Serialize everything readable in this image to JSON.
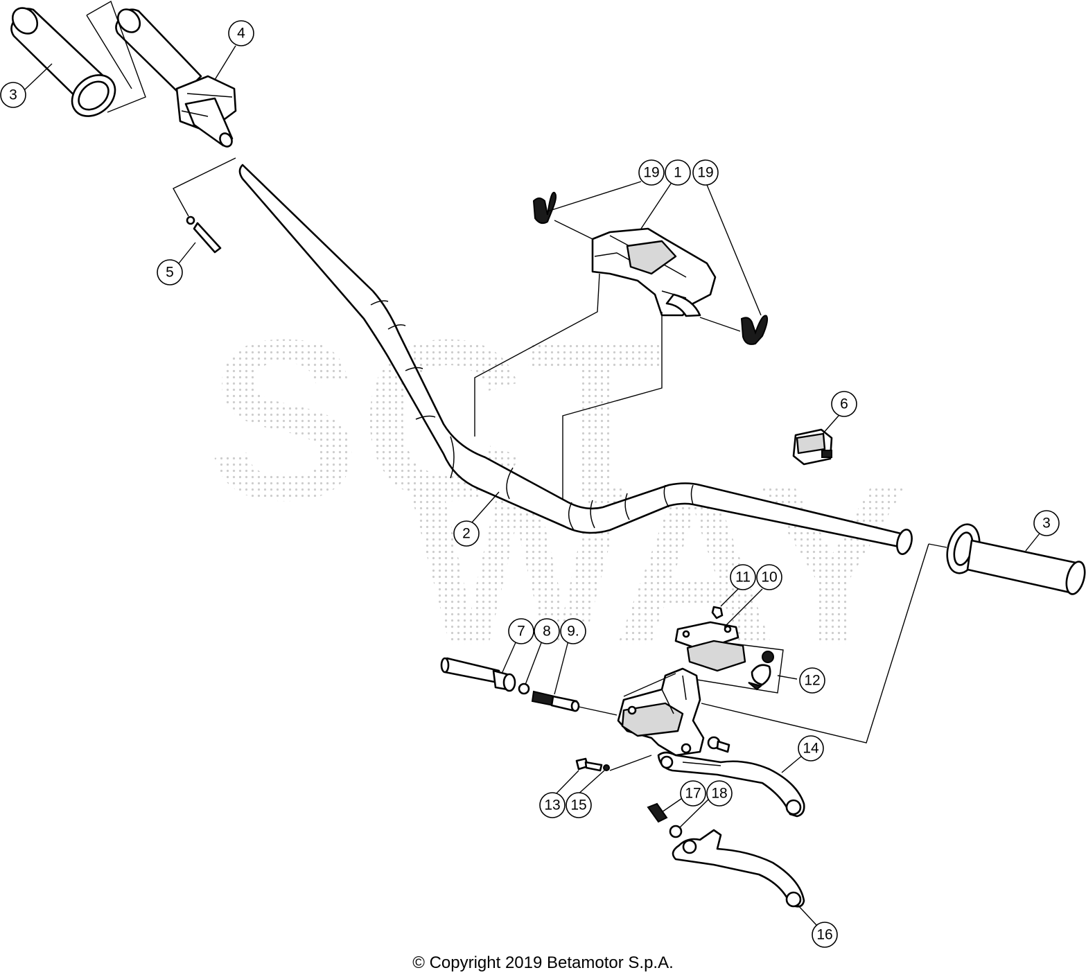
{
  "diagram": {
    "watermark_lettering": [
      "S",
      "C",
      "T",
      "W",
      "A",
      "Y"
    ],
    "callouts": [
      {
        "id": "c3a",
        "label": "3"
      },
      {
        "id": "c4",
        "label": "4"
      },
      {
        "id": "c5",
        "label": "5"
      },
      {
        "id": "c19a",
        "label": "19"
      },
      {
        "id": "c1",
        "label": "1"
      },
      {
        "id": "c19b",
        "label": "19"
      },
      {
        "id": "c6",
        "label": "6"
      },
      {
        "id": "c2",
        "label": "2"
      },
      {
        "id": "c3b",
        "label": "3"
      },
      {
        "id": "c11",
        "label": "11"
      },
      {
        "id": "c10",
        "label": "10"
      },
      {
        "id": "c7",
        "label": "7"
      },
      {
        "id": "c8",
        "label": "8"
      },
      {
        "id": "c9",
        "label": "9."
      },
      {
        "id": "c12",
        "label": "12"
      },
      {
        "id": "c14",
        "label": "14"
      },
      {
        "id": "c13",
        "label": "13"
      },
      {
        "id": "c15",
        "label": "15"
      },
      {
        "id": "c17",
        "label": "17"
      },
      {
        "id": "c18",
        "label": "18"
      },
      {
        "id": "c16",
        "label": "16"
      }
    ]
  },
  "footer": {
    "copyright": "© Copyright 2019 Betamotor S.p.A."
  }
}
